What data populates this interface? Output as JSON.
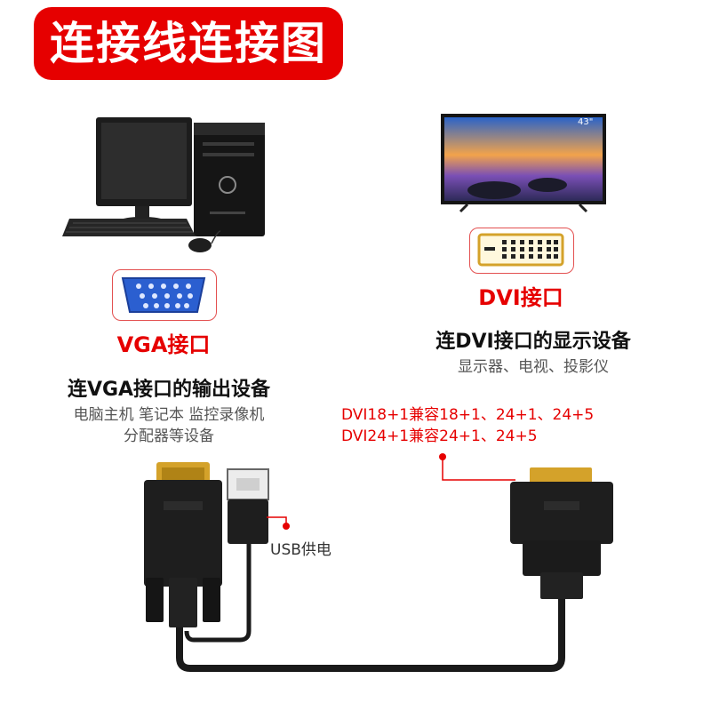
{
  "title": "连接线连接图",
  "source": {
    "port_label": "VGA接口",
    "heading": "连VGA接口的输出设备",
    "devices_line1": "电脑主机 笔记本 监控录像机",
    "devices_line2": "分配器等设备"
  },
  "display": {
    "port_label": "DVI接口",
    "heading": "连DVI接口的显示设备",
    "devices": "显示器、电视、投影仪",
    "tv_badge": "43\""
  },
  "compatibility": {
    "line1": "DVI18+1兼容18+1、24+1、24+5",
    "line2": "DVI24+1兼容24+1、24+5"
  },
  "usb_label": "USB供电",
  "colors": {
    "brand_red": "#e60000",
    "vga_port_blue": "#2b5fd0",
    "cable_black": "#1a1a1a",
    "connector_gold": "#d4a22a"
  }
}
